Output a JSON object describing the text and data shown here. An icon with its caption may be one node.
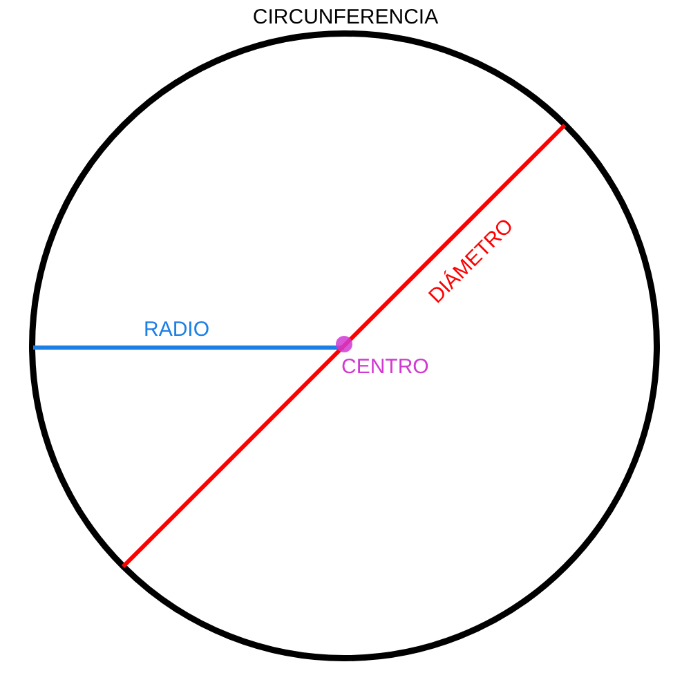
{
  "diagram": {
    "nodes": [
      {
        "text": [
          "CIRCUNFERENCIA"
        ]
      },
      {
        "text": [],
        "shape": "circle",
        "beside": [
          "CENTRO"
        ],
        "in": 0
      }
    ],
    "labels": [
      "RADIO",
      "DIÁMETRO"
    ]
  }
}
